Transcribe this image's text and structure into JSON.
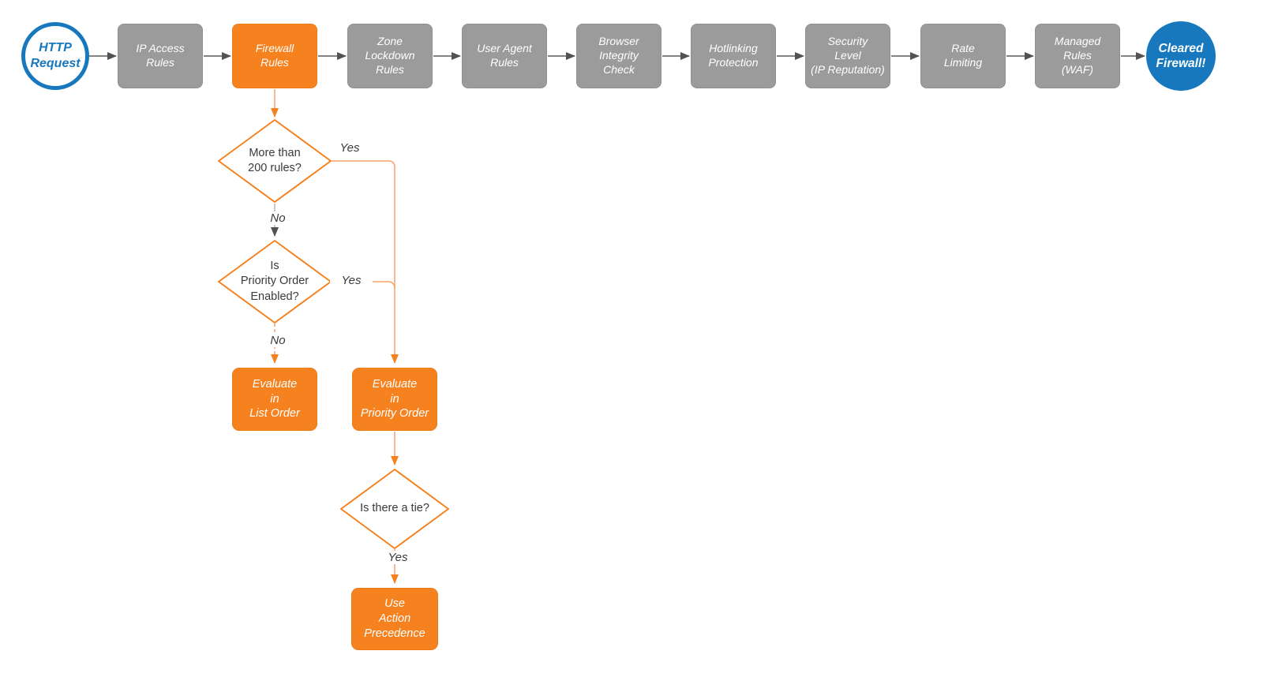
{
  "palette": {
    "brand_orange": "#F6821F",
    "stage_gray": "#9B9B9B",
    "brand_blue": "#1778BE",
    "arrow_dark": "#525252",
    "connector_gray": "#B3B3B3",
    "connector_orange": "#F9A168",
    "text_dark": "#3A3A3A",
    "text_light": "#FFFFFF"
  },
  "pipeline": [
    {
      "id": "http-request",
      "label": "HTTP\nRequest"
    },
    {
      "id": "ip-access-rules",
      "label": "IP Access\nRules"
    },
    {
      "id": "firewall-rules",
      "label": "Firewall\nRules"
    },
    {
      "id": "zone-lockdown-rules",
      "label": "Zone\nLockdown\nRules"
    },
    {
      "id": "user-agent-rules",
      "label": "User Agent\nRules"
    },
    {
      "id": "browser-integrity-check",
      "label": "Browser\nIntegrity\nCheck"
    },
    {
      "id": "hotlinking-protection",
      "label": "Hotlinking\nProtection"
    },
    {
      "id": "security-level",
      "label": "Security\nLevel\n(IP Reputation)"
    },
    {
      "id": "rate-limiting",
      "label": "Rate\nLimiting"
    },
    {
      "id": "managed-rules-waf",
      "label": "Managed\nRules\n(WAF)"
    },
    {
      "id": "cleared-firewall",
      "label": "Cleared\nFirewall!"
    }
  ],
  "decisions": {
    "more_rules": {
      "question": "More than\n200 rules?",
      "yes_label": "Yes",
      "no_label": "No"
    },
    "priority_order": {
      "question": "Is\nPriority Order\nEnabled?",
      "yes_label": "Yes",
      "no_label": "No"
    },
    "tie": {
      "question": "Is there a tie?",
      "yes_label": "Yes"
    }
  },
  "actions": {
    "list_order": {
      "label": "Evaluate\nin\nList Order"
    },
    "priority_order": {
      "label": "Evaluate\nin\nPriority Order"
    },
    "action_precedence": {
      "label": "Use\nAction\nPrecedence"
    }
  }
}
